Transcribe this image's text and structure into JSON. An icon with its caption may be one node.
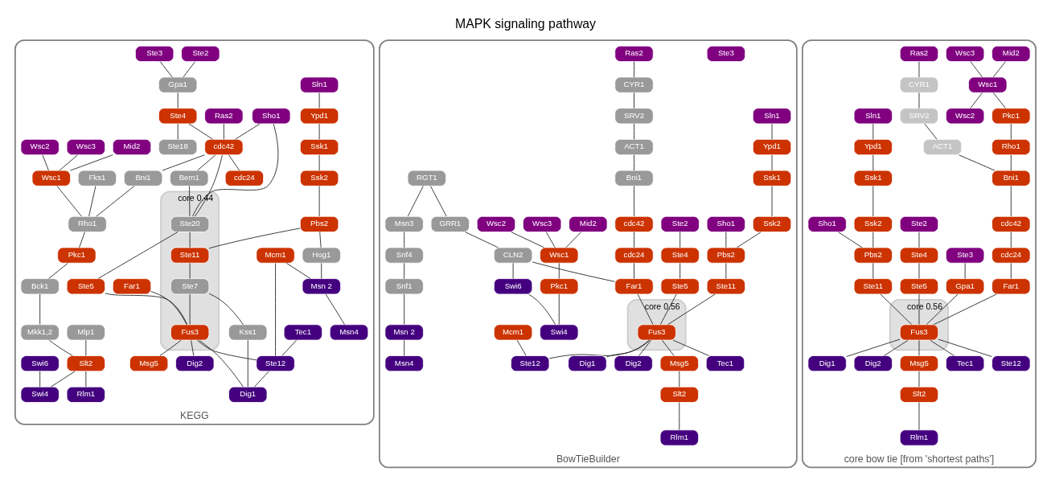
{
  "diagram": {
    "title": "MAPK signaling pathway",
    "nodes": [
      {
        "text": [
          "KEGG"
        ]
      },
      {
        "text": [
          "core 0.44"
        ],
        "in": 0
      },
      {
        "text": [
          "Sln1"
        ],
        "in": 0
      },
      {
        "text": [
          "Sho1"
        ],
        "in": 0
      },
      {
        "text": [
          "Ste2"
        ],
        "in": 0
      },
      {
        "text": [
          "Ste3"
        ],
        "in": 0
      },
      {
        "text": [
          "Ras2"
        ],
        "in": 0
      },
      {
        "text": [
          "Mid2"
        ],
        "in": 0
      },
      {
        "text": [
          "Wsc3"
        ],
        "in": 0
      },
      {
        "text": [
          "Wsc2"
        ],
        "in": 0
      },
      {
        "text": [
          "Ypd1"
        ],
        "in": 0
      },
      {
        "text": [
          "Gpa1"
        ],
        "in": 0
      },
      {
        "text": [
          "Ste4"
        ],
        "in": 0
      },
      {
        "text": [
          "Ste18"
        ],
        "in": 0
      },
      {
        "text": [
          "Fks1"
        ],
        "in": 0
      },
      {
        "text": [
          "Wsc1"
        ],
        "in": 0
      },
      {
        "text": [
          "Ssk1"
        ],
        "in": 0
      },
      {
        "text": [
          "Bni1"
        ],
        "in": 0
      },
      {
        "text": [
          "Rho1"
        ],
        "in": 0
      },
      {
        "text": [
          "cdc42"
        ],
        "in": 0
      },
      {
        "text": [
          "Pkc1"
        ],
        "in": 0
      },
      {
        "text": [
          "Ssk2"
        ],
        "in": 0
      },
      {
        "text": [
          "Bem1"
        ],
        "in": 0
      },
      {
        "text": [
          "cdc24"
        ],
        "in": 0
      },
      {
        "text": [
          "Bck1"
        ],
        "in": 0
      },
      {
        "text": [
          "Pbs2"
        ],
        "in": 0
      },
      {
        "text": [
          "Ste20"
        ],
        "in": 1
      },
      {
        "text": [
          "Mkk1,2"
        ],
        "in": 0
      },
      {
        "text": [
          "Ste5"
        ],
        "in": 0
      },
      {
        "text": [
          "Ste11"
        ],
        "in": 1
      },
      {
        "text": [
          "Hog1"
        ],
        "in": 0
      },
      {
        "text": [
          "Ste7"
        ],
        "in": 1
      },
      {
        "text": [
          "Kss1"
        ],
        "in": 0
      },
      {
        "text": [
          "Mcm1"
        ],
        "in": 0
      },
      {
        "text": [
          "Far1"
        ],
        "in": 0
      },
      {
        "text": [
          "Fus3"
        ],
        "in": 1
      },
      {
        "text": [
          "Msg5"
        ],
        "in": 0
      },
      {
        "text": [
          "Mlp1"
        ],
        "in": 0
      },
      {
        "text": [
          "Slt2"
        ],
        "in": 0
      },
      {
        "text": [
          "Msn 2"
        ],
        "in": 0
      },
      {
        "text": [
          "Msn4"
        ],
        "in": 0
      },
      {
        "text": [
          "Tec1"
        ],
        "in": 0
      },
      {
        "text": [
          "Ste12"
        ],
        "in": 0
      },
      {
        "text": [
          "Dig1"
        ],
        "in": 0
      },
      {
        "text": [
          "Dig2"
        ],
        "in": 0
      },
      {
        "text": [
          "Swi6"
        ],
        "in": 0
      },
      {
        "text": [
          "Swi4"
        ],
        "in": 0
      },
      {
        "text": [
          "Rlm1"
        ],
        "in": 0
      },
      {
        "text": [
          "BowTieBuilder"
        ]
      },
      {
        "text": [
          "core 0.56"
        ],
        "in": 48
      },
      {
        "text": [
          "Sln1"
        ],
        "in": 48
      },
      {
        "text": [
          "Sho1"
        ],
        "in": 48
      },
      {
        "text": [
          "Ste2"
        ],
        "in": 48
      },
      {
        "text": [
          "Ste3"
        ],
        "in": 48
      },
      {
        "text": [
          "Ras2"
        ],
        "in": 48
      },
      {
        "text": [
          "Mid2"
        ],
        "in": 48
      },
      {
        "text": [
          "Wsc3"
        ],
        "in": 48
      },
      {
        "text": [
          "Wsc2"
        ],
        "in": 48
      },
      {
        "text": [
          "CYR1"
        ],
        "in": 48
      },
      {
        "text": [
          "Ypd1"
        ],
        "in": 48
      },
      {
        "text": [
          "Ste4"
        ],
        "in": 48
      },
      {
        "text": [
          "Wsc1"
        ],
        "in": 48
      },
      {
        "text": [
          "SRV2"
        ],
        "in": 48
      },
      {
        "text": [
          "Ssk1"
        ],
        "in": 48
      },
      {
        "text": [
          "ACT1"
        ],
        "in": 48
      },
      {
        "text": [
          "Bni1"
        ],
        "in": 48
      },
      {
        "text": [
          "cdc42"
        ],
        "in": 48
      },
      {
        "text": [
          "Pkc1"
        ],
        "in": 48
      },
      {
        "text": [
          "Ssk2"
        ],
        "in": 48
      },
      {
        "text": [
          "cdc24"
        ],
        "in": 48
      },
      {
        "text": [
          "Pbs2"
        ],
        "in": 48
      },
      {
        "text": [
          "RGT1"
        ],
        "in": 48
      },
      {
        "text": [
          "GRR1"
        ],
        "in": 48
      },
      {
        "text": [
          "Ste5"
        ],
        "in": 48
      },
      {
        "text": [
          "Ste11"
        ],
        "in": 48
      },
      {
        "text": [
          "Msn3"
        ],
        "in": 48
      },
      {
        "text": [
          "CLN2"
        ],
        "in": 48
      },
      {
        "text": [
          "Snf4"
        ],
        "in": 48
      },
      {
        "text": [
          "Snf1"
        ],
        "in": 48
      },
      {
        "text": [
          "Mcm1"
        ],
        "in": 48
      },
      {
        "text": [
          "Far1"
        ],
        "in": 48
      },
      {
        "text": [
          "Fus3"
        ],
        "in": 49
      },
      {
        "text": [
          "Msg5"
        ],
        "in": 48
      },
      {
        "text": [
          "Slt2"
        ],
        "in": 48
      },
      {
        "text": [
          "Msn 2"
        ],
        "in": 48
      },
      {
        "text": [
          "Msn4"
        ],
        "in": 48
      },
      {
        "text": [
          "Tec1"
        ],
        "in": 48
      },
      {
        "text": [
          "Ste12"
        ],
        "in": 48
      },
      {
        "text": [
          "Dig1"
        ],
        "in": 48
      },
      {
        "text": [
          "Dig2"
        ],
        "in": 48
      },
      {
        "text": [
          "Swi6"
        ],
        "in": 48
      },
      {
        "text": [
          "Swi4"
        ],
        "in": 48
      },
      {
        "text": [
          "Rlm1"
        ],
        "in": 48
      },
      {
        "text": [
          "core bow tie [from 'shortest paths']"
        ]
      },
      {
        "text": [
          "core 0.56"
        ],
        "in": 93
      },
      {
        "text": [
          "Wsc3"
        ],
        "in": 93
      },
      {
        "text": [
          "Mid2"
        ],
        "in": 93
      },
      {
        "text": [
          "Wsc1"
        ],
        "in": 93
      },
      {
        "text": [
          "Wsc2"
        ],
        "in": 93
      },
      {
        "text": [
          "Ras2"
        ],
        "in": 93
      },
      {
        "text": [
          "Ste3"
        ],
        "in": 93
      },
      {
        "text": [
          "Ste2"
        ],
        "in": 93
      },
      {
        "text": [
          "Sln1"
        ],
        "in": 93
      },
      {
        "text": [
          "Sho1"
        ],
        "in": 93
      },
      {
        "text": [
          "Pkc1"
        ],
        "in": 93
      },
      {
        "text": [
          "CYR1"
        ],
        "in": 93
      },
      {
        "text": [
          "Gpa1"
        ],
        "in": 93
      },
      {
        "text": [
          "Ste4"
        ],
        "in": 93
      },
      {
        "text": [
          "Ypd1"
        ],
        "in": 93
      },
      {
        "text": [
          "Rho1"
        ],
        "in": 93
      },
      {
        "text": [
          "SRV2"
        ],
        "in": 93
      },
      {
        "text": [
          "Ste5"
        ],
        "in": 93
      },
      {
        "text": [
          "Ssk1"
        ],
        "in": 93
      },
      {
        "text": [
          "ACT1"
        ],
        "in": 93
      },
      {
        "text": [
          "Ssk2"
        ],
        "in": 93
      },
      {
        "text": [
          "Bni1"
        ],
        "in": 93
      },
      {
        "text": [
          "Pbs2"
        ],
        "in": 93
      },
      {
        "text": [
          "cdc42"
        ],
        "in": 93
      },
      {
        "text": [
          "Ste11"
        ],
        "in": 93
      },
      {
        "text": [
          "cdc24"
        ],
        "in": 93
      },
      {
        "text": [
          "Far1"
        ],
        "in": 93
      },
      {
        "text": [
          "Fus3"
        ],
        "in": 94
      },
      {
        "text": [
          "Msg5"
        ],
        "in": 93
      },
      {
        "text": [
          "Slt2"
        ],
        "in": 93
      },
      {
        "text": [
          "Tec1"
        ],
        "in": 93
      },
      {
        "text": [
          "Ste12"
        ],
        "in": 93
      },
      {
        "text": [
          "Dig1"
        ],
        "in": 93
      },
      {
        "text": [
          "Dig2"
        ],
        "in": 93
      },
      {
        "text": [
          "Rlm1"
        ],
        "in": 93
      }
    ],
    "edges": [
      {
        "from": 2,
        "to": 10,
        "arrow": "none"
      },
      {
        "from": 10,
        "to": 16,
        "arrow": "none"
      },
      {
        "from": 16,
        "to": 21,
        "arrow": "none"
      },
      {
        "from": 21,
        "to": 25,
        "arrow": "none"
      },
      {
        "from": 25,
        "to": 30,
        "arrow": "none"
      },
      {
        "from": 30,
        "to": 39,
        "arrow": "none"
      },
      {
        "from": 3,
        "to": 19,
        "arrow": "none"
      },
      {
        "from": 3,
        "to": 26,
        "arrow": "none"
      },
      {
        "from": 4,
        "to": 11,
        "arrow": "none"
      },
      {
        "from": 5,
        "to": 11,
        "arrow": "none"
      },
      {
        "from": 11,
        "to": 12,
        "arrow": "none"
      },
      {
        "from": 12,
        "to": 13,
        "arrow": "none"
      },
      {
        "from": 12,
        "to": 19,
        "arrow": "none"
      },
      {
        "from": 6,
        "to": 19,
        "arrow": "none"
      },
      {
        "from": 7,
        "to": 15,
        "arrow": "none"
      },
      {
        "from": 8,
        "to": 15,
        "arrow": "none"
      },
      {
        "from": 9,
        "to": 15,
        "arrow": "none"
      },
      {
        "from": 14,
        "to": 18,
        "arrow": "none"
      },
      {
        "from": 15,
        "to": 18,
        "arrow": "none"
      },
      {
        "from": 17,
        "to": 18,
        "arrow": "none"
      },
      {
        "from": 19,
        "to": 17,
        "arrow": "none"
      },
      {
        "from": 18,
        "to": 20,
        "arrow": "none"
      },
      {
        "from": 20,
        "to": 24,
        "arrow": "none"
      },
      {
        "from": 24,
        "to": 27,
        "arrow": "none"
      },
      {
        "from": 27,
        "to": 38,
        "arrow": "none"
      },
      {
        "from": 19,
        "to": 23,
        "arrow": "none"
      },
      {
        "from": 19,
        "to": 22,
        "arrow": "none"
      },
      {
        "from": 19,
        "to": 26,
        "arrow": "none"
      },
      {
        "from": 22,
        "to": 26,
        "arrow": "none"
      },
      {
        "from": 25,
        "to": 29,
        "arrow": "none"
      },
      {
        "from": 26,
        "to": 28,
        "arrow": "none"
      },
      {
        "from": 26,
        "to": 29,
        "arrow": "none"
      },
      {
        "from": 29,
        "to": 31,
        "arrow": "none"
      },
      {
        "from": 31,
        "to": 32,
        "arrow": "none"
      },
      {
        "from": 31,
        "to": 35,
        "arrow": "none"
      },
      {
        "from": 28,
        "to": 35,
        "arrow": "none"
      },
      {
        "from": 34,
        "to": 35,
        "arrow": "none"
      },
      {
        "from": 35,
        "to": 36,
        "arrow": "none"
      },
      {
        "from": 37,
        "to": 38,
        "arrow": "none"
      },
      {
        "from": 38,
        "to": 46,
        "arrow": "none"
      },
      {
        "from": 38,
        "to": 47,
        "arrow": "none"
      },
      {
        "from": 33,
        "to": 39,
        "arrow": "none"
      },
      {
        "from": 33,
        "to": 42,
        "arrow": "none"
      },
      {
        "from": 39,
        "to": 40,
        "arrow": "none"
      },
      {
        "from": 41,
        "to": 42,
        "arrow": "none"
      },
      {
        "from": 42,
        "to": 43,
        "arrow": "none"
      },
      {
        "from": 35,
        "to": 42,
        "arrow": "none"
      },
      {
        "from": 35,
        "to": 43,
        "arrow": "none"
      },
      {
        "from": 35,
        "to": 44,
        "arrow": "none"
      },
      {
        "from": 32,
        "to": 43,
        "arrow": "none"
      },
      {
        "from": 45,
        "to": 46,
        "arrow": "none"
      },
      {
        "from": 50,
        "to": 59,
        "arrow": "none"
      },
      {
        "from": 59,
        "to": 63,
        "arrow": "none"
      },
      {
        "from": 63,
        "to": 68,
        "arrow": "none"
      },
      {
        "from": 68,
        "to": 70,
        "arrow": "none"
      },
      {
        "from": 51,
        "to": 70,
        "arrow": "none"
      },
      {
        "from": 52,
        "to": 60,
        "arrow": "none"
      },
      {
        "from": 60,
        "to": 73,
        "arrow": "none"
      },
      {
        "from": 54,
        "to": 58,
        "arrow": "none"
      },
      {
        "from": 58,
        "to": 62,
        "arrow": "none"
      },
      {
        "from": 62,
        "to": 64,
        "arrow": "none"
      },
      {
        "from": 64,
        "to": 65,
        "arrow": "none"
      },
      {
        "from": 65,
        "to": 66,
        "arrow": "none"
      },
      {
        "from": 66,
        "to": 69,
        "arrow": "none"
      },
      {
        "from": 69,
        "to": 80,
        "arrow": "none"
      },
      {
        "from": 55,
        "to": 61,
        "arrow": "none"
      },
      {
        "from": 56,
        "to": 61,
        "arrow": "none"
      },
      {
        "from": 57,
        "to": 61,
        "arrow": "none"
      },
      {
        "from": 61,
        "to": 67,
        "arrow": "none"
      },
      {
        "from": 67,
        "to": 91,
        "arrow": "none"
      },
      {
        "from": 70,
        "to": 74,
        "arrow": "none"
      },
      {
        "from": 71,
        "to": 72,
        "arrow": "none"
      },
      {
        "from": 71,
        "to": 75,
        "arrow": "none"
      },
      {
        "from": 75,
        "to": 77,
        "arrow": "none"
      },
      {
        "from": 77,
        "to": 78,
        "arrow": "none"
      },
      {
        "from": 78,
        "to": 84,
        "arrow": "none"
      },
      {
        "from": 72,
        "to": 76,
        "arrow": "none"
      },
      {
        "from": 76,
        "to": 80,
        "arrow": "none"
      },
      {
        "from": 76,
        "to": 90,
        "arrow": "none"
      },
      {
        "from": 73,
        "to": 81,
        "arrow": "none"
      },
      {
        "from": 74,
        "to": 81,
        "arrow": "none"
      },
      {
        "from": 80,
        "to": 81,
        "arrow": "none"
      },
      {
        "from": 81,
        "to": 82,
        "arrow": "none"
      },
      {
        "from": 82,
        "to": 83,
        "arrow": "none"
      },
      {
        "from": 83,
        "to": 92,
        "arrow": "none"
      },
      {
        "from": 79,
        "to": 87,
        "arrow": "none"
      },
      {
        "from": 84,
        "to": 85,
        "arrow": "none"
      },
      {
        "from": 81,
        "to": 86,
        "arrow": "none"
      },
      {
        "from": 81,
        "to": 87,
        "arrow": "none"
      },
      {
        "from": 81,
        "to": 88,
        "arrow": "none"
      },
      {
        "from": 81,
        "to": 89,
        "arrow": "none"
      },
      {
        "from": 90,
        "to": 91,
        "arrow": "none"
      },
      {
        "from": 95,
        "to": 97,
        "arrow": "none"
      },
      {
        "from": 96,
        "to": 97,
        "arrow": "none"
      },
      {
        "from": 97,
        "to": 98,
        "arrow": "none"
      },
      {
        "from": 97,
        "to": 104,
        "arrow": "none"
      },
      {
        "from": 104,
        "to": 109,
        "arrow": "none"
      },
      {
        "from": 109,
        "to": 115,
        "arrow": "none"
      },
      {
        "from": 99,
        "to": 105,
        "arrow": "none"
      },
      {
        "from": 105,
        "to": 110,
        "arrow": "none"
      },
      {
        "from": 110,
        "to": 113,
        "arrow": "none"
      },
      {
        "from": 113,
        "to": 115,
        "arrow": "none"
      },
      {
        "from": 115,
        "to": 117,
        "arrow": "none"
      },
      {
        "from": 117,
        "to": 119,
        "arrow": "none"
      },
      {
        "from": 119,
        "to": 120,
        "arrow": "none"
      },
      {
        "from": 120,
        "to": 121,
        "arrow": "none"
      },
      {
        "from": 100,
        "to": 106,
        "arrow": "none"
      },
      {
        "from": 106,
        "to": 121,
        "arrow": "none"
      },
      {
        "from": 101,
        "to": 107,
        "arrow": "none"
      },
      {
        "from": 107,
        "to": 111,
        "arrow": "none"
      },
      {
        "from": 111,
        "to": 121,
        "arrow": "none"
      },
      {
        "from": 102,
        "to": 108,
        "arrow": "none"
      },
      {
        "from": 108,
        "to": 112,
        "arrow": "none"
      },
      {
        "from": 112,
        "to": 114,
        "arrow": "none"
      },
      {
        "from": 114,
        "to": 116,
        "arrow": "none"
      },
      {
        "from": 103,
        "to": 116,
        "arrow": "none"
      },
      {
        "from": 116,
        "to": 118,
        "arrow": "none"
      },
      {
        "from": 118,
        "to": 121,
        "arrow": "none"
      },
      {
        "from": 121,
        "to": 124,
        "arrow": "none"
      },
      {
        "from": 121,
        "to": 125,
        "arrow": "none"
      },
      {
        "from": 121,
        "to": 126,
        "arrow": "none"
      },
      {
        "from": 121,
        "to": 127,
        "arrow": "none"
      },
      {
        "from": 121,
        "to": 122,
        "arrow": "none"
      },
      {
        "from": 122,
        "to": 123,
        "arrow": "none"
      },
      {
        "from": 123,
        "to": 128,
        "arrow": "none"
      }
    ]
  }
}
